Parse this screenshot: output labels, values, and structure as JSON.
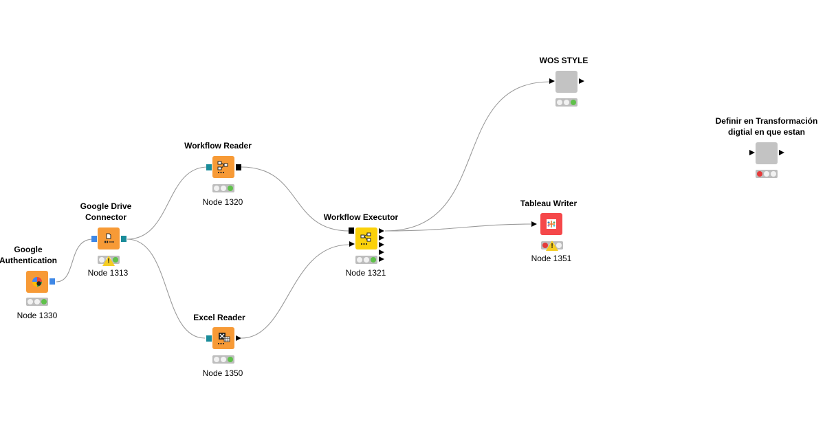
{
  "nodes": {
    "google_auth": {
      "title": "Google\nAuthentication",
      "label": "Node 1330",
      "color": "#f79a36",
      "icon": "google-auth-icon",
      "status": "executed"
    },
    "google_drive": {
      "title": "Google Drive\nConnector",
      "label": "Node 1313",
      "color": "#f79a36",
      "icon": "drive-connector-icon",
      "status": "executed-warning"
    },
    "workflow_reader": {
      "title": "Workflow Reader",
      "label": "Node 1320",
      "color": "#f79a36",
      "icon": "workflow-icon",
      "status": "executed"
    },
    "excel_reader": {
      "title": "Excel Reader",
      "label": "Node 1350",
      "color": "#f79a36",
      "icon": "excel-icon",
      "status": "executed"
    },
    "workflow_executor": {
      "title": "Workflow Executor",
      "label": "Node 1321",
      "color": "#fbd10a",
      "icon": "workflow-icon",
      "status": "executed"
    },
    "wos_style": {
      "title": "WOS STYLE",
      "label": "",
      "color": "#c3c3c3",
      "icon": "",
      "status": "executed"
    },
    "tableau_writer": {
      "title": "Tableau Writer",
      "label": "Node 1351",
      "color": "#f5484a",
      "icon": "tableau-icon",
      "status": "error-warning"
    },
    "definir": {
      "title": "Definir en Transformación\ndigtial en que estan",
      "label": "",
      "color": "#c3c3c3",
      "icon": "",
      "status": "error"
    }
  },
  "warning_symbol": "!"
}
